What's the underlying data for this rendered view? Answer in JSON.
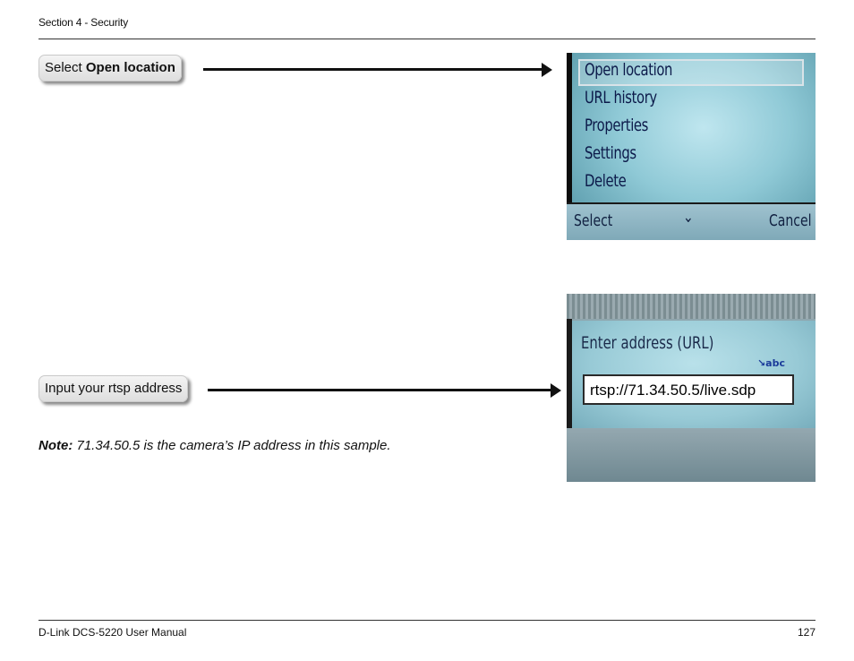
{
  "header": {
    "section": "Section 4 - Security"
  },
  "callout1": {
    "prefix": "Select ",
    "bold": "Open location"
  },
  "callout2": {
    "text": "Input your rtsp address"
  },
  "screen1": {
    "menu_items": [
      "Open location",
      "URL history",
      "Properties",
      "Settings",
      "Delete"
    ],
    "softkey_left": "Select",
    "softkey_center": "⌄",
    "softkey_right": "Cancel"
  },
  "screen2": {
    "label": "Enter address (URL)",
    "input_mode": "↘abc",
    "input_value": "rtsp://71.34.50.5/live.sdp"
  },
  "note": {
    "label": "Note:",
    "text": " 71.34.50.5 is the camera’s IP address in this sample."
  },
  "footer": {
    "manual": "D-Link DCS-5220 User Manual",
    "page": "127"
  }
}
